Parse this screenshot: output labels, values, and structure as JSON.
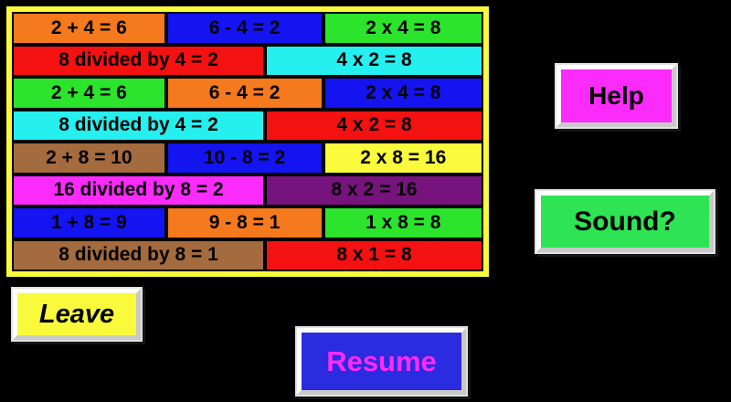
{
  "colors": {
    "background": "#000000",
    "grid_border": "#FAFA3C",
    "cell_border": "#000000",
    "equation_text": "#000000"
  },
  "grid": {
    "rows": [
      {
        "cells": [
          {
            "text": "2 + 4 = 6",
            "bg": "#F5791D"
          },
          {
            "text": "6 - 4 = 2",
            "bg": "#1414F0"
          },
          {
            "text": "2 x 4 = 8",
            "bg": "#2CE42C"
          }
        ]
      },
      {
        "cells": [
          {
            "text": "8 divided by 4 = 2",
            "bg": "#F31111"
          },
          {
            "text": "4 x 2 = 8",
            "bg": "#26EFEF"
          }
        ]
      },
      {
        "cells": [
          {
            "text": "2 + 4 = 6",
            "bg": "#2CE42C"
          },
          {
            "text": "6 - 4 = 2",
            "bg": "#F5791D"
          },
          {
            "text": "2 x 4 = 8",
            "bg": "#1414F0"
          }
        ]
      },
      {
        "cells": [
          {
            "text": "8 divided by 4 = 2",
            "bg": "#26EFEF"
          },
          {
            "text": "4 x 2 = 8",
            "bg": "#F31111"
          }
        ]
      },
      {
        "cells": [
          {
            "text": "2 + 8 = 10",
            "bg": "#A36B3E"
          },
          {
            "text": "10 - 8 = 2",
            "bg": "#1414F0"
          },
          {
            "text": "2 x 8 = 16",
            "bg": "#FAFA3C"
          }
        ]
      },
      {
        "cells": [
          {
            "text": "16 divided by 8 = 2",
            "bg": "#FB2BFB"
          },
          {
            "text": "8 x 2 = 16",
            "bg": "#77137C"
          }
        ]
      },
      {
        "cells": [
          {
            "text": "1 + 8 = 9",
            "bg": "#1414F0"
          },
          {
            "text": "9 - 8 = 1",
            "bg": "#F5791D"
          },
          {
            "text": "1 x 8 = 8",
            "bg": "#2CE42C"
          }
        ]
      },
      {
        "cells": [
          {
            "text": "8 divided by 8 = 1",
            "bg": "#A36B3E"
          },
          {
            "text": "8 x 1 = 8",
            "bg": "#F31111"
          }
        ]
      }
    ]
  },
  "buttons": {
    "help": {
      "label": "Help",
      "bg": "#FB2BFB",
      "fg": "#000000"
    },
    "sound": {
      "label": "Sound?",
      "bg": "#2EE454",
      "fg": "#000000"
    },
    "leave": {
      "label": "Leave",
      "bg": "#FAFA3C",
      "fg": "#000000"
    },
    "resume": {
      "label": "Resume",
      "bg": "#2B2BE0",
      "fg": "#FB2BFB"
    }
  }
}
